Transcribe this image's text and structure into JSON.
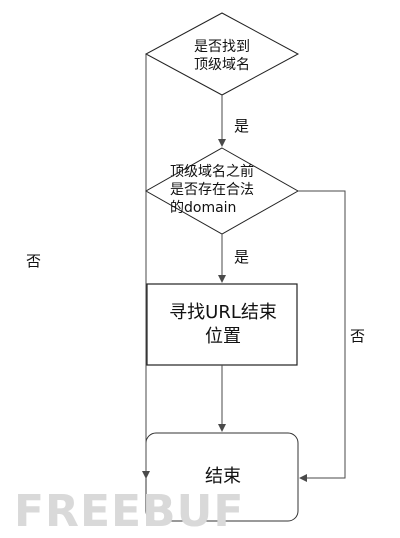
{
  "diagram": {
    "node1": {
      "line1": "是否找到",
      "line2": "顶级域名"
    },
    "node2": {
      "line1": "顶级域名之前",
      "line2": "是否存在合法",
      "line3": "的domain"
    },
    "node3": {
      "line1": "寻找URL结束",
      "line2": "位置"
    },
    "node4": {
      "text": "结束"
    },
    "edge_yes_1": "是",
    "edge_yes_2": "是",
    "edge_no_left": "否",
    "edge_no_right": "否"
  },
  "watermark": "FREEBUF",
  "colors": {
    "line": "#4a4a4a",
    "border": "#222222",
    "watermark": "#d9d9d9"
  }
}
